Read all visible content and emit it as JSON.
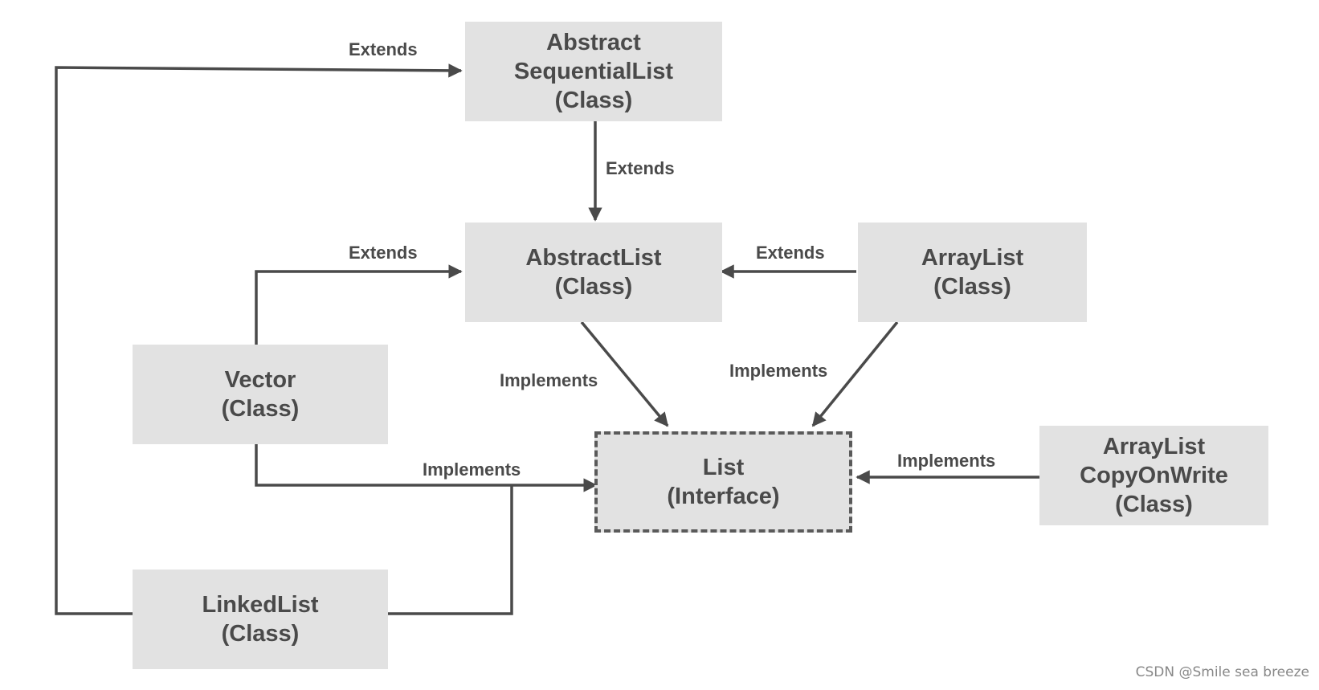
{
  "colors": {
    "box_fill": "#e2e2e2",
    "text": "#4a4a4a",
    "line": "#4a4a4a",
    "interface_border": "#5a5a5a"
  },
  "nodes": {
    "abstract_sequential_list": {
      "line1": "Abstract",
      "line2": "SequentialList",
      "kind": "(Class)"
    },
    "abstract_list": {
      "name": "AbstractList",
      "kind": "(Class)"
    },
    "array_list": {
      "name": "ArrayList",
      "kind": "(Class)"
    },
    "vector": {
      "name": "Vector",
      "kind": "(Class)"
    },
    "list": {
      "name": "List",
      "kind": "(Interface)"
    },
    "array_list_cow": {
      "line1": "ArrayList",
      "line2": "CopyOnWrite",
      "kind": "(Class)"
    },
    "linked_list": {
      "name": "LinkedList",
      "kind": "(Class)"
    }
  },
  "edges": {
    "linkedlist_extends_asl": "Extends",
    "asl_extends_abstractlist": "Extends",
    "vector_extends_abstractlist": "Extends",
    "arraylist_extends_abstractlist": "Extends",
    "abstractlist_implements_list": "Implements",
    "arraylist_implements_list": "Implements",
    "vector_implements_list": "Implements",
    "cow_implements_list": "Implements"
  },
  "watermark": "CSDN @Smile sea breeze"
}
